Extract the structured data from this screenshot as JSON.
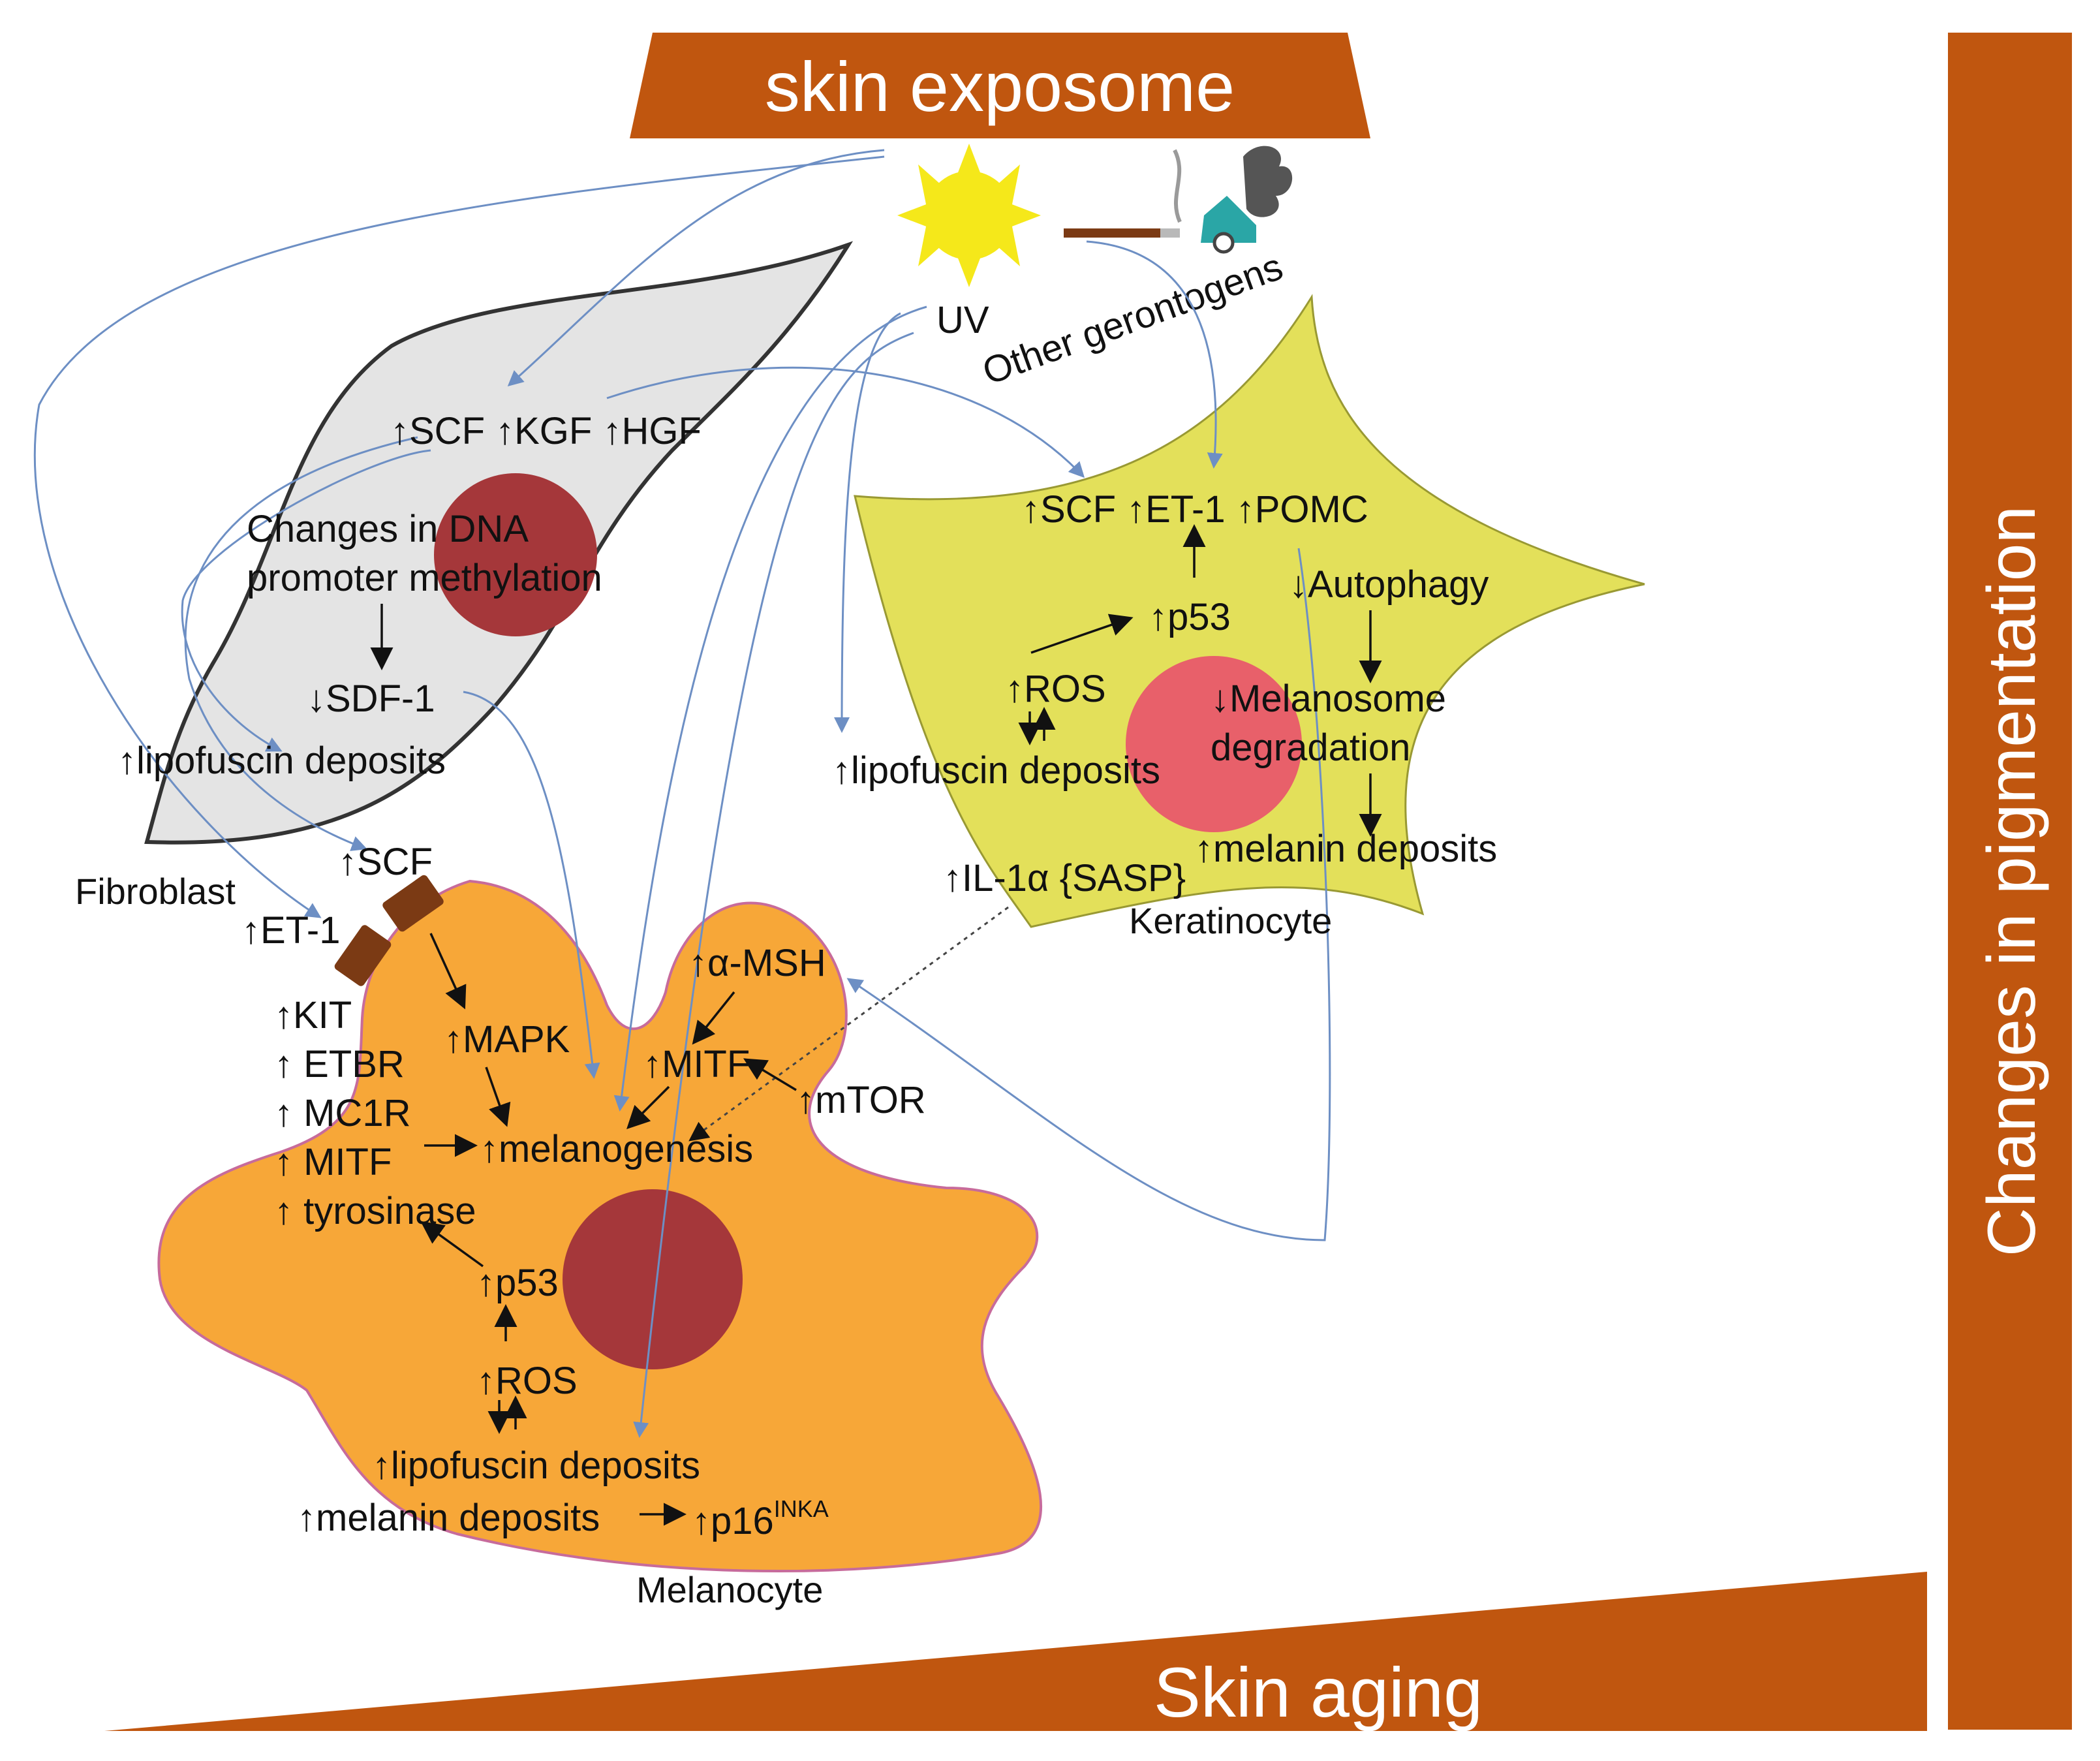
{
  "banners": {
    "top": "skin exposome",
    "bottom": "Skin aging",
    "side": "Changes in pigmentation"
  },
  "exposome": {
    "uv": "UV",
    "other": "Other gerontogens"
  },
  "fibroblast": {
    "name": "Fibroblast",
    "factors": "↑SCF ↑KGF ↑HGF",
    "dna_line1": "Changes in DNA",
    "dna_line2": "promoter methylation",
    "sdf": "↓SDF-1",
    "lipofuscin": "↑lipofuscin deposits"
  },
  "keratinocyte": {
    "name": "Keratinocyte",
    "factors": "↑SCF ↑ET-1 ↑POMC",
    "p53": "↑p53",
    "ros": "↑ROS",
    "autophagy": "↓Autophagy",
    "melanosome_line1": "↓Melanosome",
    "melanosome_line2": "degradation",
    "lipofuscin": "↑lipofuscin deposits",
    "melanin": "↑melanin deposits",
    "il1a": "↑IL-1α {SASP}"
  },
  "melanocyte": {
    "name": "Melanocyte",
    "scf": "↑SCF",
    "et1": "↑ET-1",
    "kit": "↑KIT",
    "etbr": "↑ ETBR",
    "mc1r": "↑ MC1R",
    "mitf_up": "↑ MITF",
    "tyrosinase": "↑ tyrosinase",
    "mapk": "↑MAPK",
    "msh": "↑α-MSH",
    "mitf": "↑MITF",
    "mtor": "↑mTOR",
    "melanogenesis": "↑melanogenesis",
    "p53": "↑p53",
    "ros": "↑ROS",
    "lipofuscin": "↑lipofuscin deposits",
    "melanin": "↑melanin deposits",
    "p16": "↑p16",
    "p16_sup": "INKA"
  },
  "colors": {
    "banner": "#c0560f",
    "fibroblast_fill": "#e4e4e4",
    "keratinocyte_fill": "#e3e05a",
    "melanocyte_fill": "#f7a738",
    "nucleus_dark": "#a5373a",
    "nucleus_light": "#e8606a",
    "receptor": "#7b3a14",
    "sun": "#f5e81a",
    "connector": "#6d8fc4"
  }
}
